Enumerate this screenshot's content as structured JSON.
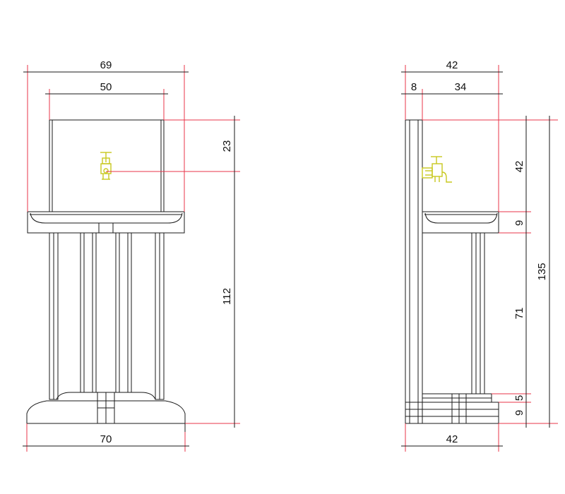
{
  "colors": {
    "line": "#1a1a1a",
    "dimension": "#e8344a",
    "fixture": "#c8c81e",
    "background": "#ffffff"
  },
  "front_view": {
    "dims": {
      "total_width": "69",
      "inner_width": "50",
      "faucet_offset": "23",
      "counter_height": "112",
      "base_width": "70"
    }
  },
  "side_view": {
    "dims": {
      "top_depth": "42",
      "panel_thickness": "8",
      "basin_depth": "34",
      "backsplash_height": "42",
      "counter_thickness": "9",
      "leg_height": "71",
      "plinth_step": "5",
      "base_height": "9",
      "total_height": "135",
      "base_depth": "42"
    }
  }
}
